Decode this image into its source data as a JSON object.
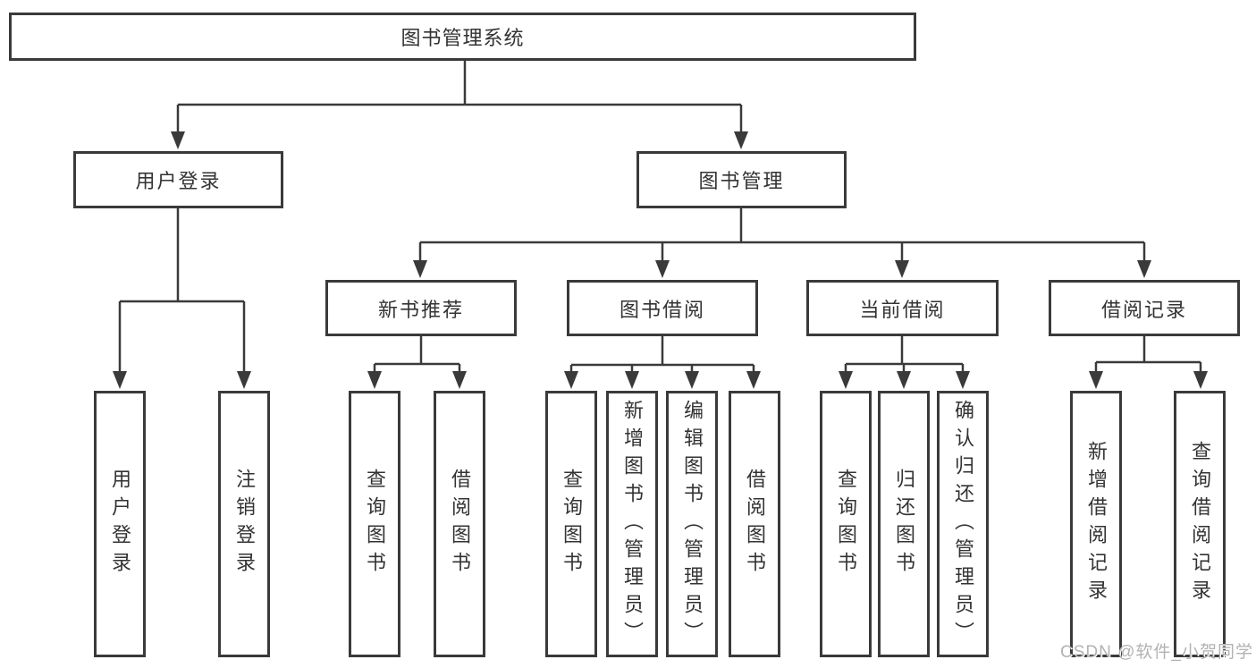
{
  "tree": {
    "root": {
      "label": "图书管理系统",
      "children": [
        {
          "label": "用户登录",
          "children": [
            {
              "label": "用户登录"
            },
            {
              "label": "注销登录"
            }
          ]
        },
        {
          "label": "图书管理",
          "children": [
            {
              "label": "新书推荐",
              "children": [
                {
                  "label": "查询图书"
                },
                {
                  "label": "借阅图书"
                }
              ]
            },
            {
              "label": "图书借阅",
              "children": [
                {
                  "label": "查询图书"
                },
                {
                  "label": "新增图书（管理员）"
                },
                {
                  "label": "编辑图书（管理员）"
                },
                {
                  "label": "借阅图书"
                }
              ]
            },
            {
              "label": "当前借阅",
              "children": [
                {
                  "label": "查询图书"
                },
                {
                  "label": "归还图书"
                },
                {
                  "label": "确认归还（管理员）"
                }
              ]
            },
            {
              "label": "借阅记录",
              "children": [
                {
                  "label": "新增借阅记录"
                },
                {
                  "label": "查询借阅记录"
                }
              ]
            }
          ]
        }
      ]
    }
  },
  "watermark": {
    "text": "CSDN @软件_小贺同学"
  },
  "colors": {
    "line": "#3a3a3a",
    "text": "#333333",
    "box_background": "#ffffff",
    "watermark": "#b2b2b2"
  }
}
